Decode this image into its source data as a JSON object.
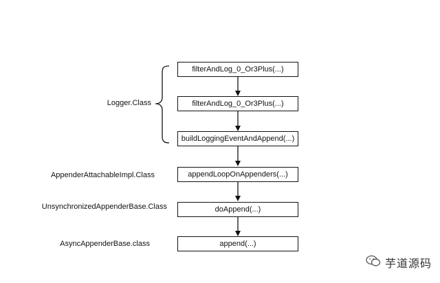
{
  "diagram": {
    "nodes": [
      {
        "label": "filterAndLog_0_Or3Plus(...)"
      },
      {
        "label": "filterAndLog_0_Or3Plus(...)"
      },
      {
        "label": "buildLoggingEventAndAppend(...)"
      },
      {
        "label": "appendLoopOnAppenders(...)"
      },
      {
        "label": "doAppend(...)"
      },
      {
        "label": "append(...)"
      }
    ],
    "class_labels": {
      "logger": "Logger.Class",
      "appender_attachable": "AppenderAttachableImpl.Class",
      "unsynchronized": "UnsynchronizedAppenderBase.Class",
      "async": "AsyncAppenderBase.class"
    }
  },
  "watermark": {
    "text": "芋道源码",
    "icon": "wechat-icon"
  }
}
